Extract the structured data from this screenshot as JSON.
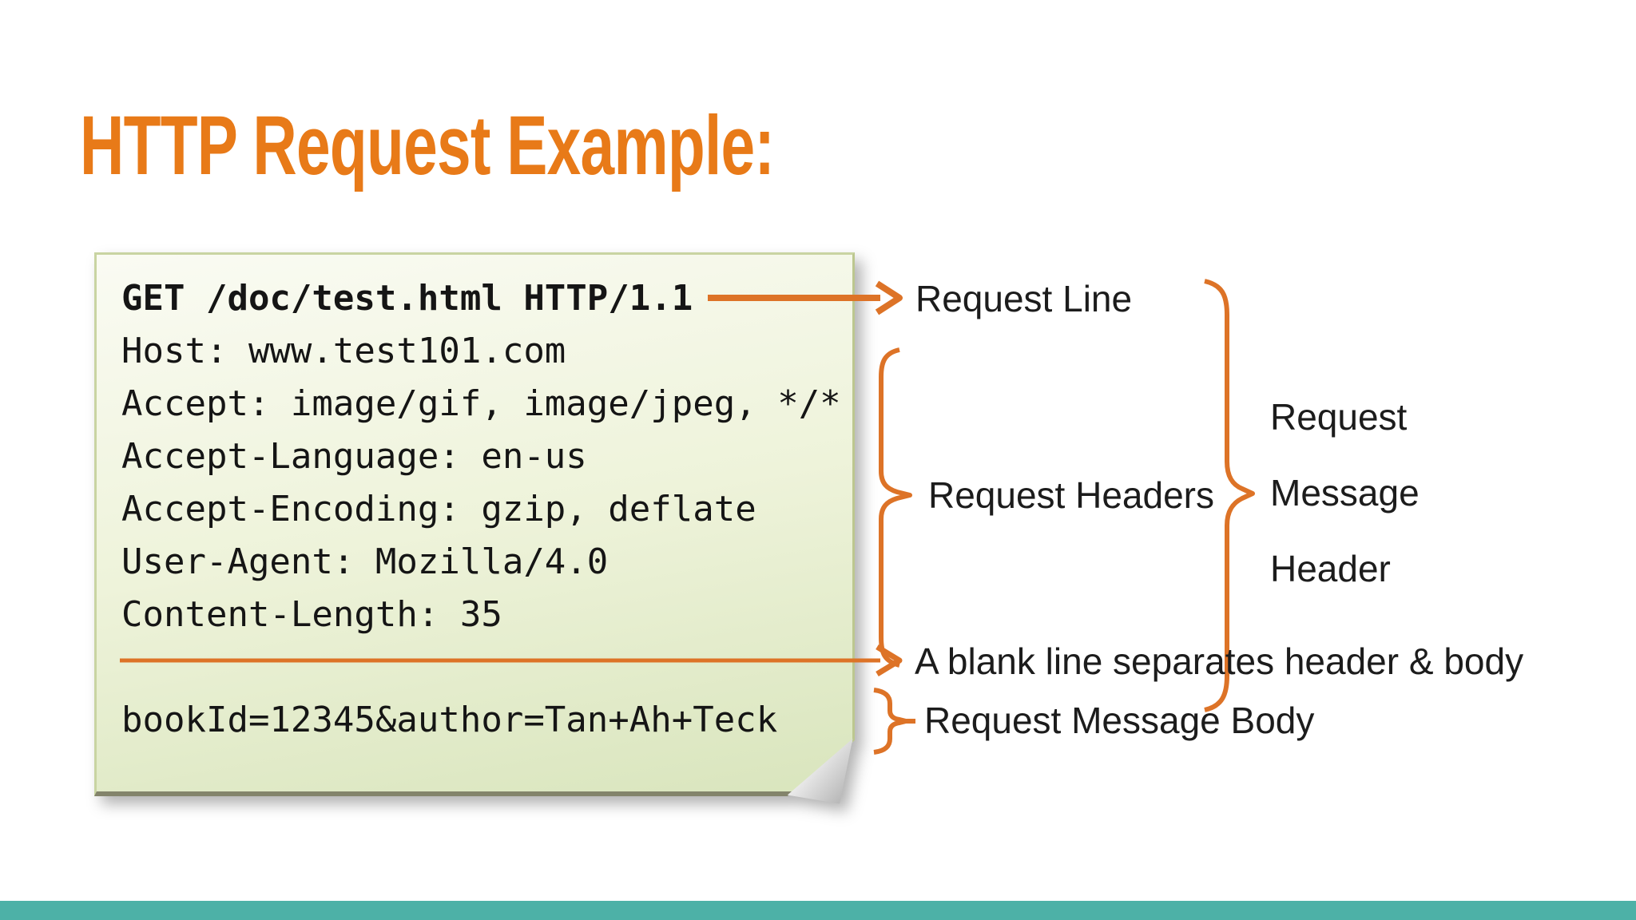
{
  "slide": {
    "title": "HTTP Request Example:",
    "colors": {
      "title_orange": "#e87a18",
      "annotation_orange": "#dd7327",
      "footer_teal": "#4db1a7",
      "note_border_green": "#c9d4a2",
      "note_fill_top": "#fafbf3",
      "note_fill_bottom": "#d9e5bd",
      "text_black": "#1c1c1c"
    }
  },
  "note": {
    "request_line": "GET /doc/test.html HTTP/1.1",
    "headers": [
      "Host: www.test101.com",
      "Accept: image/gif, image/jpeg, */*",
      "Accept-Language: en-us",
      "Accept-Encoding: gzip, deflate",
      "User-Agent: Mozilla/4.0",
      "Content-Length: 35"
    ],
    "body": "bookId=12345&author=Tan+Ah+Teck"
  },
  "annotations": {
    "request_line_label": "Request Line",
    "request_headers_label": "Request Headers",
    "message_header_label_lines": [
      "Request",
      "Message",
      "Header"
    ],
    "blank_line_label": "A blank line separates header & body",
    "body_label": "Request Message Body"
  }
}
